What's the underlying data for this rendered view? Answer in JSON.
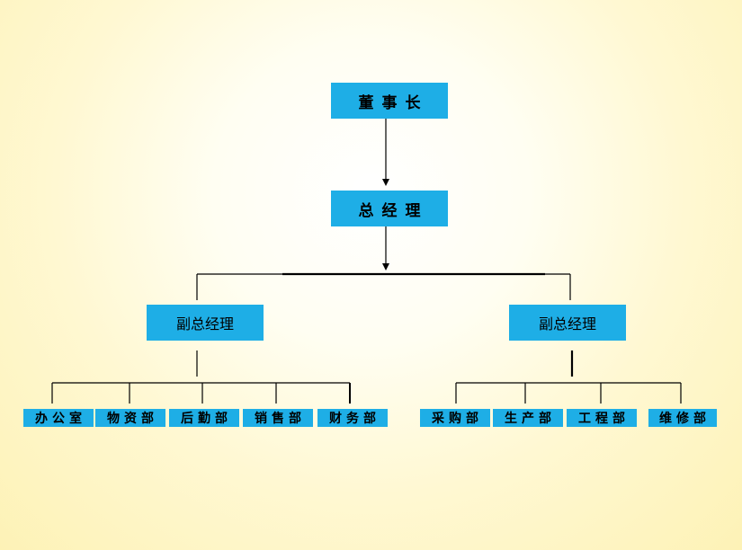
{
  "colors": {
    "box_fill": "#1eaee6",
    "line": "#000000",
    "background_center": "#ffffff",
    "background_edge": "#fdf2b6"
  },
  "org": {
    "chairman": "董事长",
    "general_manager": "总经理",
    "vp_left": "副总经理",
    "vp_right": "副总经理",
    "left_departments": [
      "办公室",
      "物资部",
      "后勤部",
      "销售部",
      "财务部"
    ],
    "right_departments": [
      "采购部",
      "生产部",
      "工程部",
      "维修部"
    ]
  }
}
